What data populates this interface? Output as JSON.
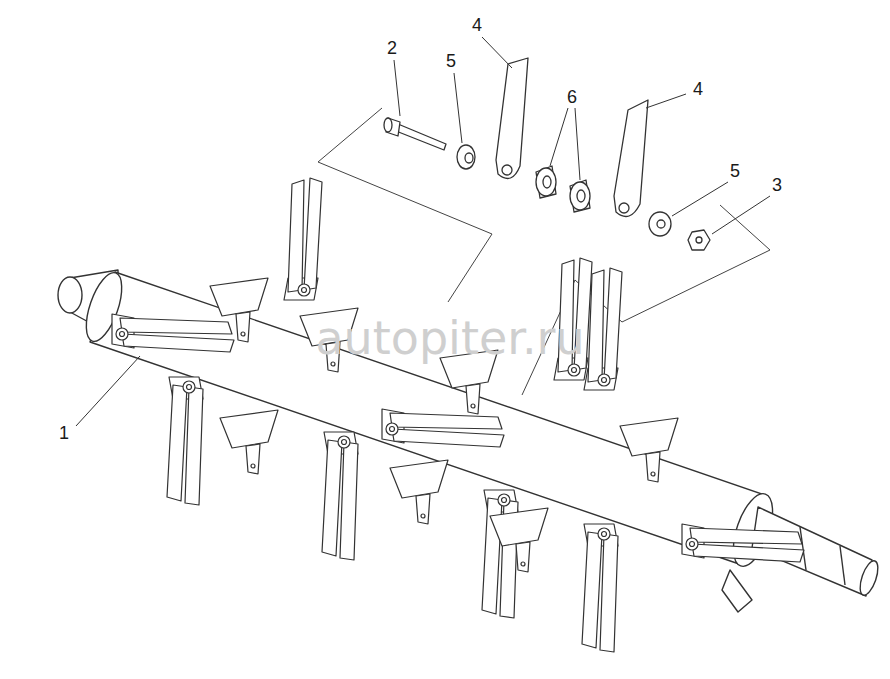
{
  "diagram": {
    "labels": [
      "2",
      "5",
      "4",
      "4",
      "6",
      "5",
      "3",
      "1",
      "autopiter.ru"
    ]
  }
}
